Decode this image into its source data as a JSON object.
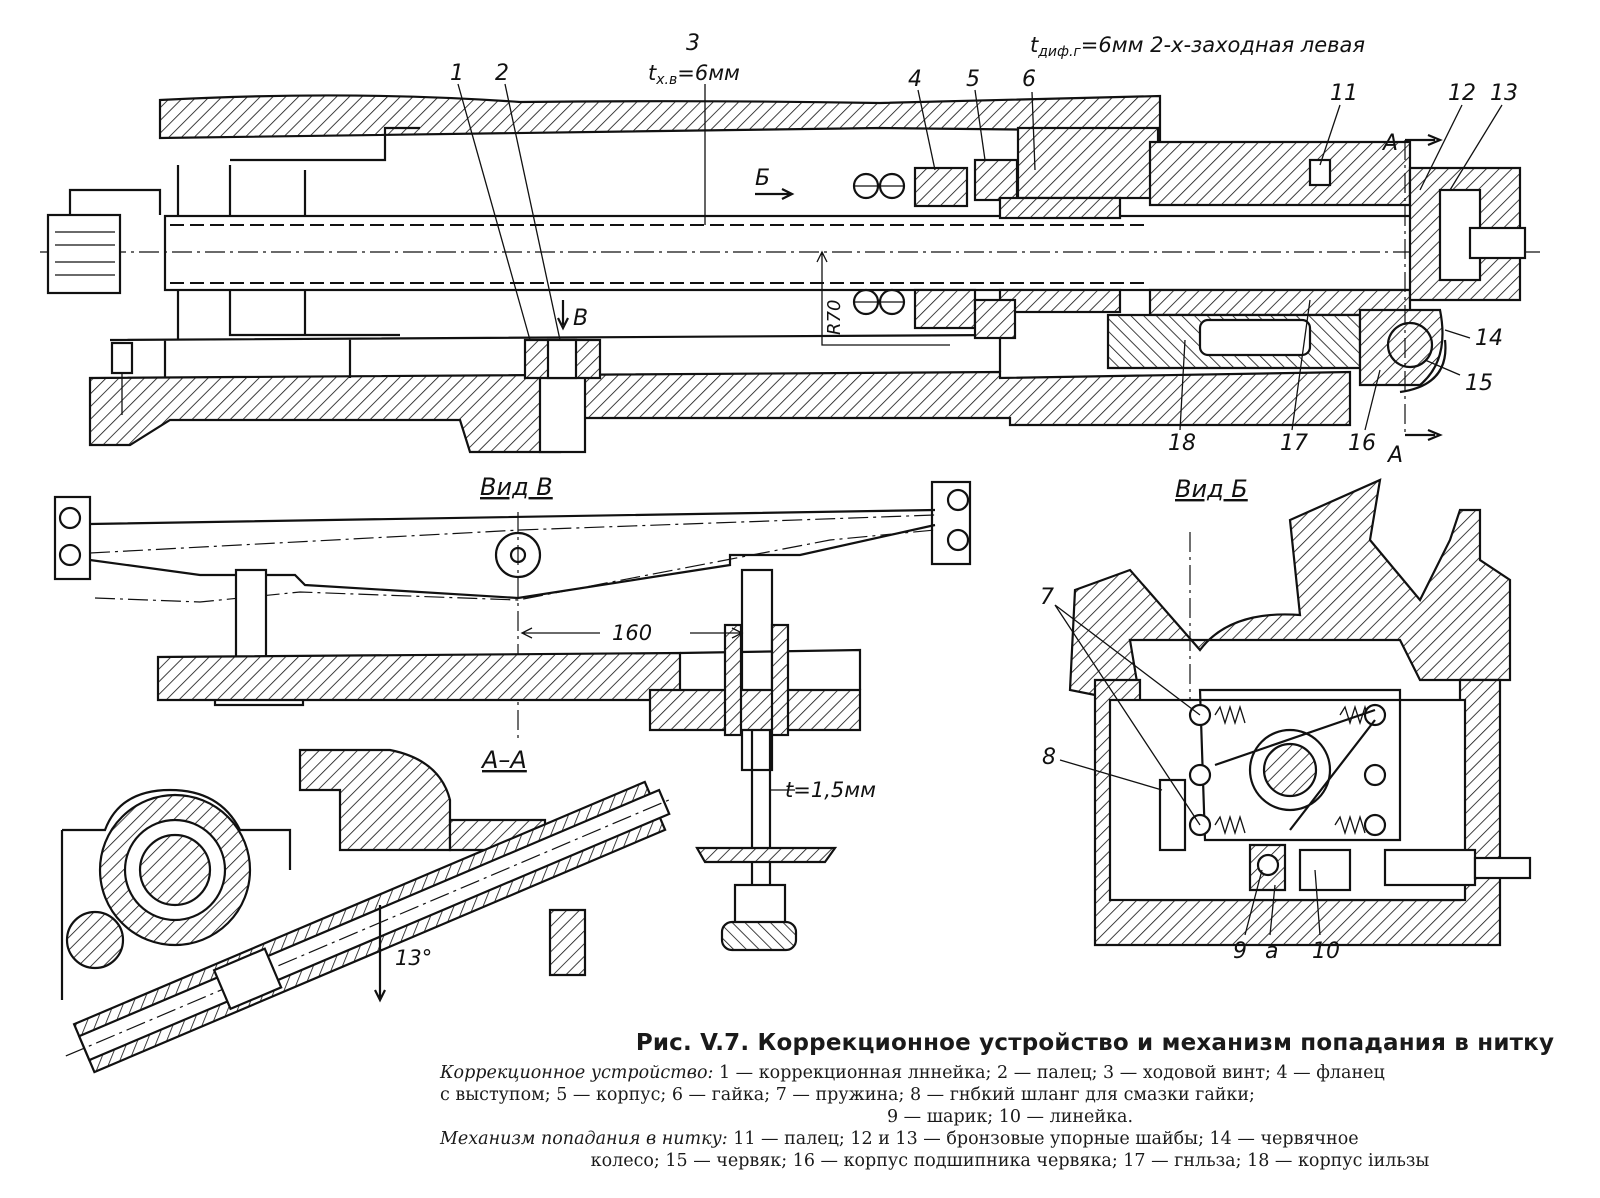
{
  "figure": {
    "caption_title": "Рис. V.7. Коррекционное устройство и механизм попадания в нитку",
    "legend": {
      "group1_label": "Коррекционное устройство:",
      "group1_line1": "1 — коррекционная лннейка; 2 — палец; 3 — ходовой винт; 4 — фланец",
      "group1_line2": "с выступом; 5 — корпус; 6 — гайка; 7 — пружина; 8 — гнбкий шланг для смазки гайки;",
      "group1_line3": "9 — шарик; 10 — линейка.",
      "group2_label": "Механизм попадания в нитку:",
      "group2_line1": "11 — палец; 12 и 13 — бронзовые упорные шайбы; 14 — червячное",
      "group2_line2": "колесо; 15 — червяк; 16 — корпус подшипника червяка; 17 — гнльза; 18 — корпус іильзы"
    }
  },
  "main_view": {
    "annotations": {
      "lead_screw_pitch": "t x.в =6мм",
      "lead_screw_pitch_sub": "x.в",
      "nut_pitch": "t диф.г =6мм 2-х-заходная левая",
      "radius": "R70",
      "arrow_b": "Б",
      "arrow_v": "В",
      "section_a_top": "A",
      "section_a_bottom": "A"
    },
    "part_labels": [
      "1",
      "2",
      "3",
      "4",
      "5",
      "6",
      "11",
      "12",
      "13",
      "14",
      "15",
      "16",
      "17",
      "18"
    ]
  },
  "view_v": {
    "title": "Вид В",
    "dimension": "160",
    "pitch_note": "t=1,5мм"
  },
  "section_aa": {
    "title": "А–А",
    "angle": "13°"
  },
  "view_b": {
    "title": "Вид Б",
    "part_labels": [
      "7",
      "8",
      "9",
      "a",
      "10"
    ]
  }
}
